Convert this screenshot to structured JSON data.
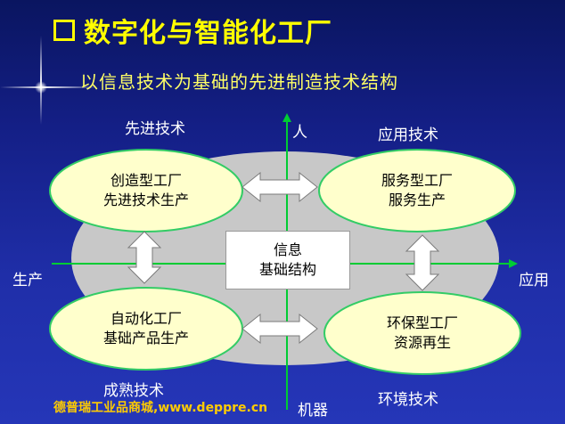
{
  "slide": {
    "title": "数字化与智能化工厂",
    "subtitle": "以信息技术为基础的先进制造技术结构",
    "footer": "德普瑞工业品商城,www.deppre.cn"
  },
  "axes": {
    "top": "人",
    "bottom": "机器",
    "left": "生产",
    "right": "应用"
  },
  "quadrant_labels": {
    "top_left": "先进技术",
    "top_right": "应用技术",
    "bottom_left": "成熟技术",
    "bottom_right": "环境技术"
  },
  "center": {
    "line1": "信息",
    "line2": "基础结构"
  },
  "nodes": {
    "top_left": {
      "line1": "创造型工厂",
      "line2": "先进技术生产"
    },
    "top_right": {
      "line1": "服务型工厂",
      "line2": "服务生产"
    },
    "bottom_left": {
      "line1": "自动化工厂",
      "line2": "基础产品生产"
    },
    "bottom_right": {
      "line1": "环保型工厂",
      "line2": "资源再生"
    }
  },
  "colors": {
    "title": "#ffff00",
    "axis": "#00cc33",
    "oval_fill": "#ffffcc",
    "oval_stroke": "#33cc66",
    "background_ellipse": "#c8c8c8",
    "footer": "#ffcc00"
  }
}
